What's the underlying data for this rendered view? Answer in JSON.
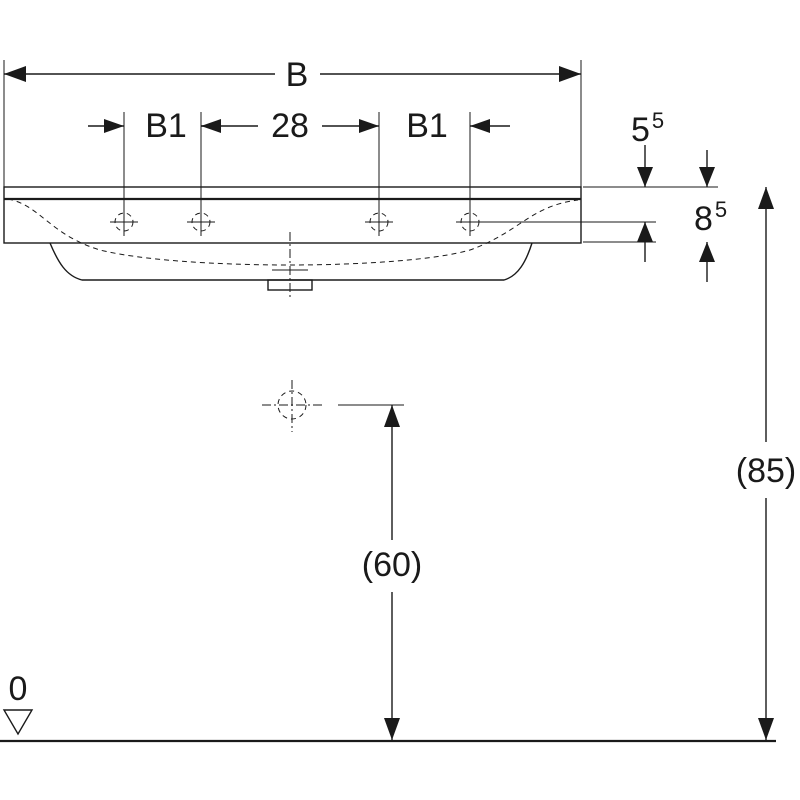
{
  "dimensions": {
    "width": {
      "label": "B"
    },
    "hole_spacing_left": {
      "label": "B1"
    },
    "hole_spacing_center": {
      "label": "28"
    },
    "hole_spacing_right": {
      "label": "B1"
    },
    "rim_thickness": {
      "base": "5",
      "sup": "5"
    },
    "hole_offset": {
      "base": "8",
      "sup": "5"
    },
    "drain_height": {
      "label": "(60)"
    },
    "rim_height": {
      "label": "(85)"
    },
    "floor_level": {
      "label": "0"
    }
  }
}
